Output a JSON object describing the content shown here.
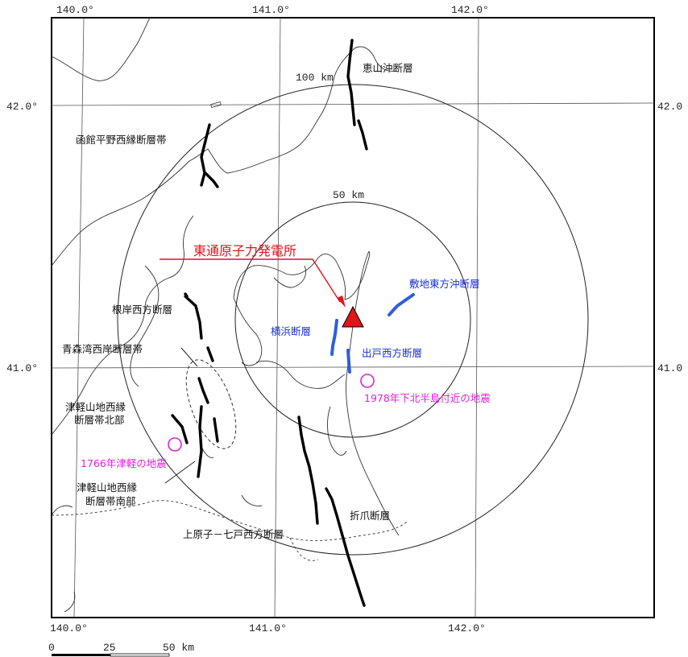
{
  "map": {
    "longitude_ticks": [
      "140.0°",
      "141.0°",
      "142.0°"
    ],
    "latitude_ticks": [
      "42.0°",
      "41.0°"
    ],
    "latitude_ticks_right": [
      "42.0",
      "41.0"
    ],
    "distance_rings": [
      "100 km",
      "50 km"
    ],
    "scale_bar": {
      "zero": "0",
      "mid": "25",
      "end": "50 km"
    },
    "site": {
      "label": "東通原子力発電所",
      "color": "#e0141a",
      "symbol": "red-triangle"
    },
    "faults_land": [
      "恵山沖断層",
      "函館平野西縁断層帯",
      "根岸西方断層",
      "青森湾西岸断層帯",
      "津軽山地西縁",
      "断層帯北部",
      "津軽山地西縁",
      "断層帯南部",
      "上原子－七戸西方断層",
      "折爪断層"
    ],
    "faults_offshore": [
      "敷地東方沖断層",
      "横浜断層",
      "出戸西方断層"
    ],
    "earthquakes": [
      "1978年下北半島付近の地震",
      "1766年津軽の地震"
    ],
    "colors": {
      "fault_land": "#000000",
      "fault_offshore": "#2f5fd9",
      "earthquake": "#e020d8"
    }
  }
}
